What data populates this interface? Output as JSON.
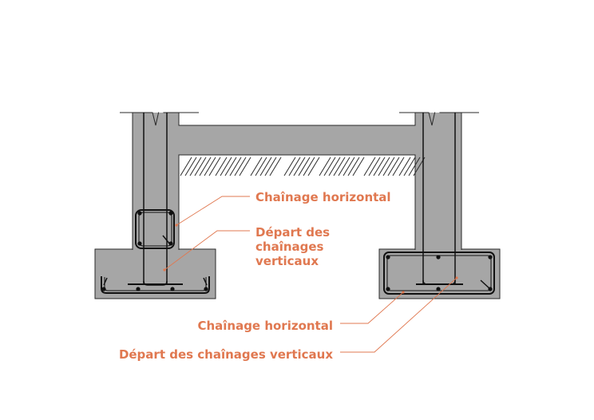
{
  "colors": {
    "concrete": "#a6a6a6",
    "outline": "#2a2a2a",
    "rebar": "#111111",
    "label": "#e07850",
    "leader": "#e07850",
    "background": "#ffffff"
  },
  "labels": {
    "top_ring_beam": "Chaînage horizontal",
    "top_vertical_start": [
      "Départ des",
      "chaînages",
      "verticaux"
    ],
    "bottom_ring_beam": "Chaînage horizontal",
    "bottom_vertical_start": "Départ des chaînages verticaux"
  },
  "icons": {
    "ground_hatch": "diagonal-hatch",
    "break_line": "zigzag-break"
  }
}
